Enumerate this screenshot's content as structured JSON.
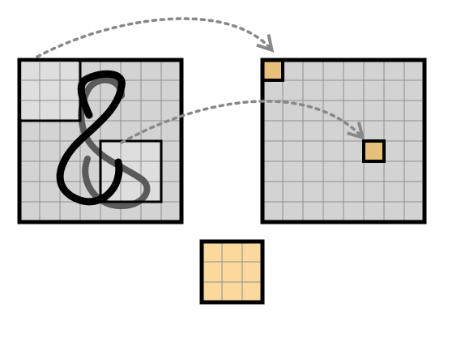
{
  "colors": {
    "background": "#ffffff",
    "cell_fill": "#d3d3d3",
    "receptive_field_fill": "#e6e6e6",
    "grid_line": "#8f8f8f",
    "border": "#000000",
    "highlight_cell": "#e8c07a",
    "kernel_cell": "#fbd99d",
    "stroke_dark": "#000000",
    "stroke_gray": "#5a5a5a",
    "arrow": "#888888"
  },
  "input_grid": {
    "rows": 8,
    "cols": 8
  },
  "output_grid": {
    "rows": 8,
    "cols": 8,
    "highlighted_cells": [
      {
        "row": 0,
        "col": 0
      },
      {
        "row": 4,
        "col": 5
      }
    ]
  },
  "kernel_grid": {
    "rows": 3,
    "cols": 3
  },
  "receptive_fields": [
    {
      "row": 0,
      "col": 0,
      "size": 3
    },
    {
      "row": 4,
      "col": 4,
      "size": 3
    }
  ],
  "digit_icon": "handwritten-digit-8",
  "arrow_icon": "dotted-curved-arrow"
}
